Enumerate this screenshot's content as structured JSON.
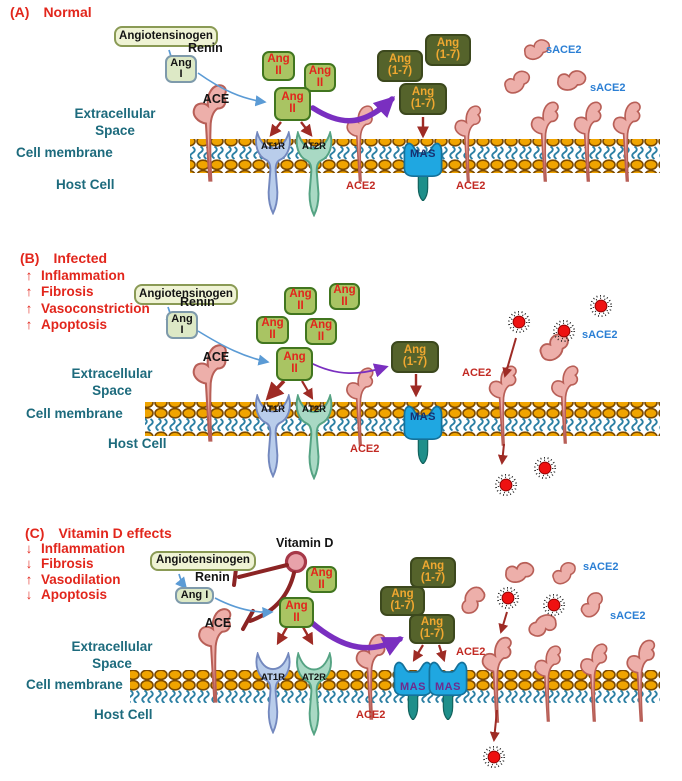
{
  "figure": {
    "description": "Renin-angiotensin system diagram: Normal, Infected, Vitamin D effects"
  },
  "colors": {
    "title_red": "#E2261C",
    "label_red": "#C22A23",
    "label_blue": "#2B7FD4",
    "teal_text": "#1D6B7D",
    "ang2_fill": "#A9C463",
    "ang2_border": "#41761F",
    "ang17_fill": "#55632B",
    "ang17_text": "#F0A830",
    "agt_fill": "#EFF3D4",
    "angI_fill": "#DDE9C6",
    "protein_pink": "#EDAFAA",
    "protein_border": "#B85F57",
    "at1r_fill": "#B9CDEB",
    "at2r_fill": "#A9D9C4",
    "mas_fill": "#1FA7E1",
    "mas_text_ab": "#173070",
    "mas_text_c": "#6E2B8E",
    "membrane_head": "#F0A400",
    "membrane_tail": "#2B7FA3",
    "purple_arrow": "#7A2FC0",
    "red_arrow": "#9E2B25",
    "blue_arrow": "#5B9BD5",
    "inhibit": "#8B2424",
    "virus_red": "#EE1111",
    "vitd_fill": "#E8A2AA",
    "vitd_border": "#A63848"
  },
  "labels": {
    "angiotensinogen": "Angiotensinogen",
    "renin": "Renin",
    "ace": "ACE",
    "ang": "Ang",
    "one": "I",
    "two": "II",
    "one_seven": "(1-7)",
    "angI_single": "Ang I",
    "at1r": "AT1R",
    "at2r": "AT2R",
    "mas": "MAS",
    "ace2": "ACE2",
    "sace2": "sACE2",
    "extracellular": "Extracellular",
    "space": "Space",
    "cell_membrane": "Cell membrane",
    "host_cell": "Host Cell",
    "vitamin_d": "Vitamin D"
  },
  "panels": {
    "a": {
      "label": "(A)",
      "title": "Normal"
    },
    "b": {
      "label": "(B)",
      "title": "Infected",
      "effects": [
        {
          "arrow": "↑",
          "name": "Inflammation"
        },
        {
          "arrow": "↑",
          "name": "Fibrosis"
        },
        {
          "arrow": "↑",
          "name": "Vasoconstriction"
        },
        {
          "arrow": "↑",
          "name": "Apoptosis"
        }
      ]
    },
    "c": {
      "label": "(C)",
      "title": "Vitamin D effects",
      "effects": [
        {
          "arrow": "↓",
          "name": "Inflammation"
        },
        {
          "arrow": "↓",
          "name": "Fibrosis"
        },
        {
          "arrow": "↑",
          "name": "Vasodilation"
        },
        {
          "arrow": "↓",
          "name": "Apoptosis"
        }
      ]
    }
  }
}
